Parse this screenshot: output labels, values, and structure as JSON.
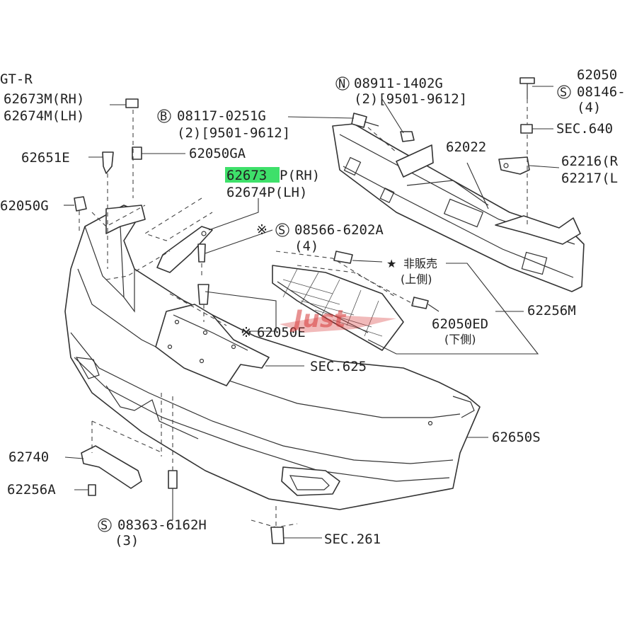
{
  "labels": {
    "top_left_partial": "GT-R",
    "p62673m": "62673M(RH)",
    "p62674m": "62674M(LH)",
    "b08117_ref": "B",
    "b08117": "08117-0251G",
    "b08117_qty": "(2)[9501-9612]",
    "n08911_ref": "N",
    "n08911": "08911-1402G",
    "n08911_qty": "(2)[9501-9612]",
    "s08146_partial": "62050",
    "s08146_ref": "S",
    "s08146": "08146-",
    "s08146_qty": "(4)",
    "sec640": "SEC.640",
    "p62022": "62022",
    "p62216": "62216(R",
    "p62217": "62217(L",
    "p62651e": "62651E",
    "p62050ga": "62050GA",
    "p62673p_hl": "62673",
    "p62673p_rest": "P(RH)",
    "p62674p": "62674P(LH)",
    "p62050g": "62050G",
    "s08566_mark": "※",
    "s08566_ref": "S",
    "s08566": "08566-6202A",
    "s08566_qty": "(4)",
    "star_mark": "★",
    "star_text": "非販売",
    "star_sub": "(上側)",
    "p62256m": "62256M",
    "p62050ed": "62050ED",
    "p62050ed_sub": "(下側)",
    "p62050e_mark": "※",
    "p62050e": "62050E",
    "sec625": "SEC.625",
    "p62650s": "62650S",
    "p62740": "62740",
    "p62256a": "62256A",
    "s08363_ref": "S",
    "s08363": "08363-6162H",
    "s08363_qty": "(3)",
    "sec261": "SEC.261",
    "watermark": "Just"
  },
  "colors": {
    "highlight": "#3ee06a",
    "line": "#333333",
    "watermark": "#d63a3a"
  }
}
